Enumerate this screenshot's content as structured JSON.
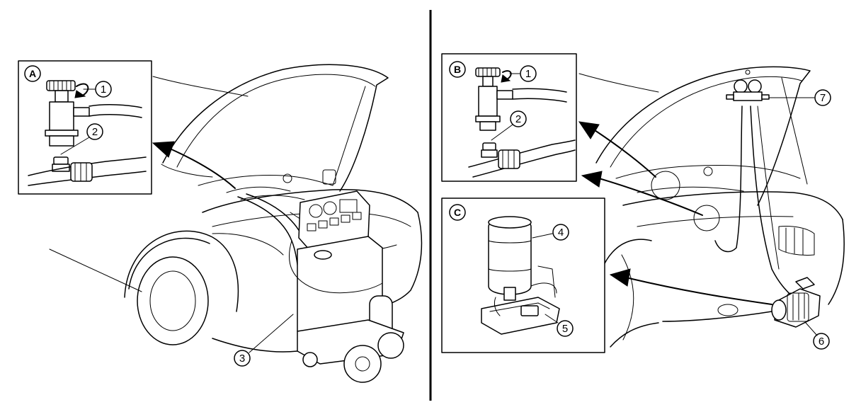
{
  "panel_labels": {
    "a": "A",
    "b": "B",
    "c": "C"
  },
  "callouts": {
    "a1": "1",
    "a2": "2",
    "a3": "3",
    "b1": "1",
    "b2": "2",
    "c4": "4",
    "c5": "5",
    "r6": "6",
    "r7": "7"
  },
  "colors": {
    "line": "#000000",
    "background": "#ffffff"
  }
}
